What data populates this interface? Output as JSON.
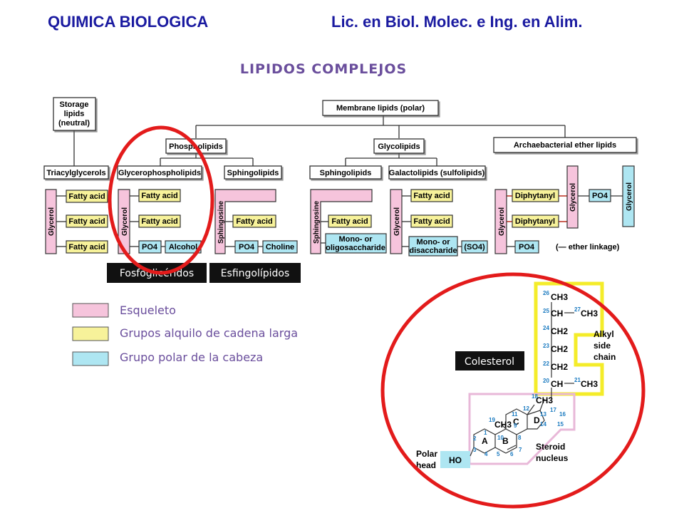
{
  "header": {
    "course": "QUIMICA BIOLOGICA",
    "program": "Lic. en Biol. Molec. e Ing. en Alim."
  },
  "title": "LIPIDOS COMPLEJOS",
  "colors": {
    "backbone": "#f6c4dc",
    "alkyl": "#f7f29a",
    "polar": "#aee6f2",
    "circle": "#e31b1b",
    "label_dark": "#111111"
  },
  "tree": {
    "storage": {
      "line1": "Storage",
      "line2": "lipids",
      "line3": "(neutral)"
    },
    "membrane": "Membrane lipids (polar)",
    "phospholipids": "Phospholipids",
    "glycolipids": "Glycolipids",
    "archaea": "Archaebacterial ether lipids",
    "triacylglycerols": "Triacylglycerols",
    "glycerophospholipids": "Glycerophospholipids",
    "sphingolipids_a": "Sphingolipids",
    "sphingolipids_b": "Sphingolipids",
    "galactolipids": "Galactolipids (sulfolipids)"
  },
  "structures": {
    "tag": {
      "backbone": "Glycerol",
      "chains": [
        "Fatty acid",
        "Fatty acid",
        "Fatty acid"
      ]
    },
    "glycerophospholipid": {
      "backbone": "Glycerol",
      "chains": [
        "Fatty acid",
        "Fatty acid"
      ],
      "phosphate": "PO4",
      "head": "Alcohol"
    },
    "sphingophospholipid": {
      "backbone": "Sphingosine",
      "chain": "Fatty acid",
      "phosphate": "PO4",
      "head": "Choline"
    },
    "glycosphingolipid": {
      "backbone": "Sphingosine",
      "chain": "Fatty acid",
      "head_line1": "Mono- or",
      "head_line2": "oligosaccharide"
    },
    "galactolipid": {
      "backbone": "Glycerol",
      "chains": [
        "Fatty acid",
        "Fatty acid"
      ],
      "head_line1": "Mono- or",
      "head_line2": "disaccharide",
      "sulfate": "(SO4)"
    },
    "archaeal": {
      "backbone_left": "Glycerol",
      "chains": [
        "Diphytanyl",
        "Diphytanyl"
      ],
      "phosphate": "PO4",
      "glycerol_top": "Glycerol",
      "phosphate_mid": "PO4",
      "glycerol_right": "Glycerol",
      "ether_note": "(— ether linkage)"
    }
  },
  "dark_labels": {
    "fosfogliceridos": "Fosfoglicéridos",
    "esfingolipidos": "Esfingolípidos",
    "colesterol": "Colesterol"
  },
  "legend": [
    {
      "label": "Esqueleto",
      "color": "#f6c4dc"
    },
    {
      "label": "Grupos alquilo de cadena larga",
      "color": "#f7f29a"
    },
    {
      "label": "Grupo polar de la cabeza",
      "color": "#aee6f2"
    }
  ],
  "cholesterol": {
    "side_chain": [
      {
        "num": "26",
        "group": "CH3",
        "branch_num": "",
        "branch": ""
      },
      {
        "num": "25",
        "group": "CH",
        "branch_num": "27",
        "branch": "CH3"
      },
      {
        "num": "24",
        "group": "CH2",
        "branch_num": "",
        "branch": ""
      },
      {
        "num": "23",
        "group": "CH2",
        "branch_num": "",
        "branch": ""
      },
      {
        "num": "22",
        "group": "CH2",
        "branch_num": "",
        "branch": ""
      },
      {
        "num": "20",
        "group": "CH",
        "branch_num": "21",
        "branch": "CH3"
      }
    ],
    "methyl_18": {
      "num": "18",
      "group": "CH3"
    },
    "methyl_19": {
      "num": "19",
      "group": "CH3"
    },
    "ring_labels": [
      "A",
      "B",
      "C",
      "D"
    ],
    "ring_numbers": [
      "1",
      "2",
      "3",
      "4",
      "5",
      "6",
      "7",
      "8",
      "9",
      "10",
      "11",
      "12",
      "13",
      "14",
      "15",
      "16",
      "17"
    ],
    "hydroxyl": "HO",
    "alkyl_label": [
      "Alkyl",
      "side",
      "chain"
    ],
    "steroid_label": [
      "Steroid",
      "nucleus"
    ],
    "polar_label": [
      "Polar",
      "head"
    ]
  }
}
